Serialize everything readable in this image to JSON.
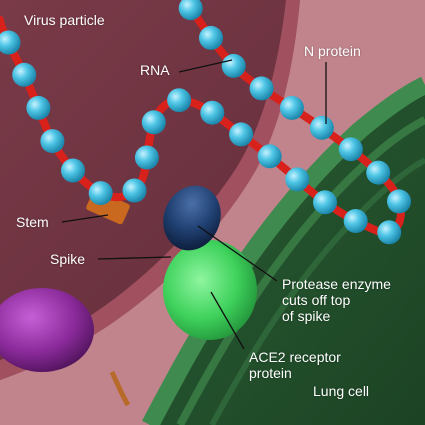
{
  "labels": {
    "virus_particle": "Virus particle",
    "rna": "RNA",
    "n_protein": "N protein",
    "stem": "Stem",
    "spike": "Spike",
    "protease": "Protease enzyme\ncuts off top\nof spike",
    "ace2": "ACE2 receptor\nprotein",
    "lung_cell": "Lung cell"
  },
  "colors": {
    "virus_membrane": "#a0505f",
    "virus_interior": "#6e3541",
    "rna_strand": "#d9211c",
    "n_protein_bead": "#4fc6e6",
    "lung_cell": "#2f6b3c",
    "lung_cell_membrane": "#3f8a4f",
    "ace2_receptor": "#3fd25c",
    "protease_enzyme": "#1f3f70",
    "stem": "#c9681f",
    "purple_protein": "#8a2a9a"
  }
}
